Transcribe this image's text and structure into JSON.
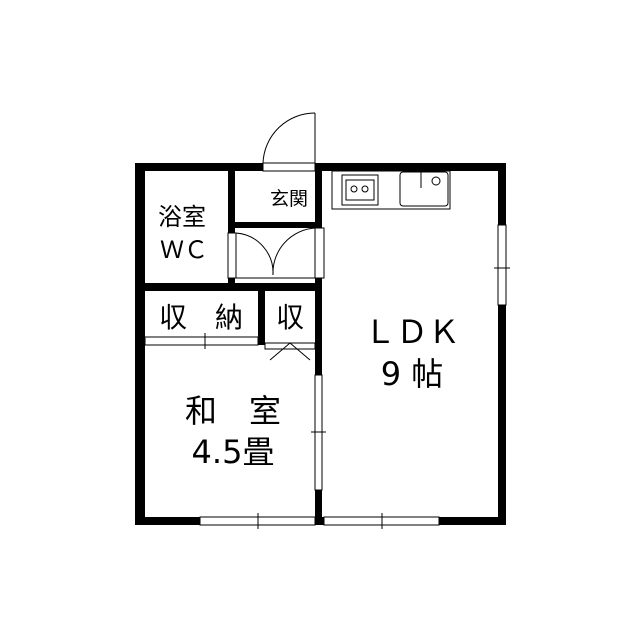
{
  "rooms": {
    "bath": {
      "line1": "浴室",
      "line2": "ＷＣ"
    },
    "entrance": {
      "label": "玄関"
    },
    "storage": {
      "label": "収　納"
    },
    "storage_small": {
      "label": "収"
    },
    "ldk": {
      "line1": "ＬＤＫ",
      "line2": "9 帖"
    },
    "washitsu": {
      "line1": "和　室",
      "line2": "4.5畳"
    }
  },
  "colors": {
    "wall": "#000000",
    "background": "#ffffff"
  }
}
